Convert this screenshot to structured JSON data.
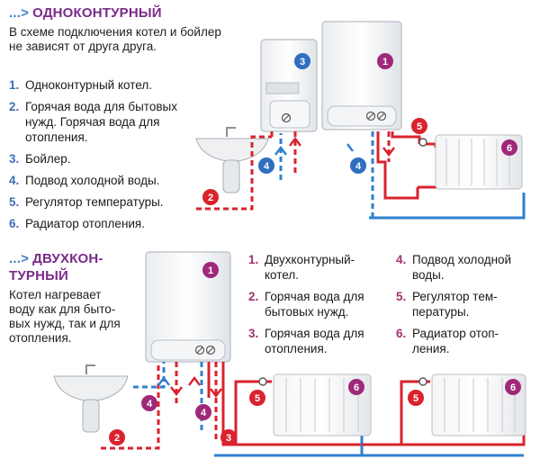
{
  "top": {
    "arrow": "...>",
    "title": "ОДНОКОНТУРНЫЙ",
    "intro_line1": "В схеме подключения котел и бойлер",
    "intro_line2": "не зависят от друга друга.",
    "items": [
      {
        "num": "1.",
        "lines": [
          "Одноконтурный котел."
        ]
      },
      {
        "num": "2.",
        "lines": [
          "Горячая вода для бытовых",
          "нужд. Горячая вода для",
          "отопления."
        ]
      },
      {
        "num": "3.",
        "lines": [
          "Бойлер."
        ]
      },
      {
        "num": "4.",
        "lines": [
          "Подвод холодной воды."
        ]
      },
      {
        "num": "5.",
        "lines": [
          "Регулятор температуры."
        ]
      },
      {
        "num": "6.",
        "lines": [
          "Радиатор отопления."
        ]
      }
    ],
    "badges": {
      "boiler": "1",
      "tank": "3",
      "hot": "2",
      "cold1": "4",
      "cold2": "4",
      "reg": "5",
      "rad": "6"
    }
  },
  "bottom": {
    "arrow": "...>",
    "title_line1": "ДВУХКОН-",
    "title_line2": "ТУРНЫЙ",
    "intro_lines": [
      "Котел нагревает",
      "воду как для быто-",
      "вых нужд, так и для",
      "отопления."
    ],
    "col1": [
      {
        "num": "1.",
        "lines": [
          "Двухконтурный-",
          "котел."
        ]
      },
      {
        "num": "2.",
        "lines": [
          "Горячая вода для",
          "бытовых нужд."
        ]
      },
      {
        "num": "3.",
        "lines": [
          "Горячая вода для",
          "отопления."
        ]
      }
    ],
    "col2": [
      {
        "num": "4.",
        "lines": [
          "Подвод холодной",
          "воды."
        ]
      },
      {
        "num": "5.",
        "lines": [
          "Регулятор тем-",
          "пературы."
        ]
      },
      {
        "num": "6.",
        "lines": [
          "Радиатор отоп-",
          "ления."
        ]
      }
    ],
    "badges": {
      "boiler": "1",
      "hot": "2",
      "heat": "3",
      "cold1": "4",
      "cold2": "4",
      "reg1": "5",
      "reg2": "5",
      "rad1": "6",
      "rad2": "6"
    }
  },
  "colors": {
    "hot": "#d9232e",
    "cold": "#2f7fcf",
    "blue_badge": "#2f6fc0",
    "purple_badge": "#a0287a",
    "title": "#7a2a8a"
  }
}
